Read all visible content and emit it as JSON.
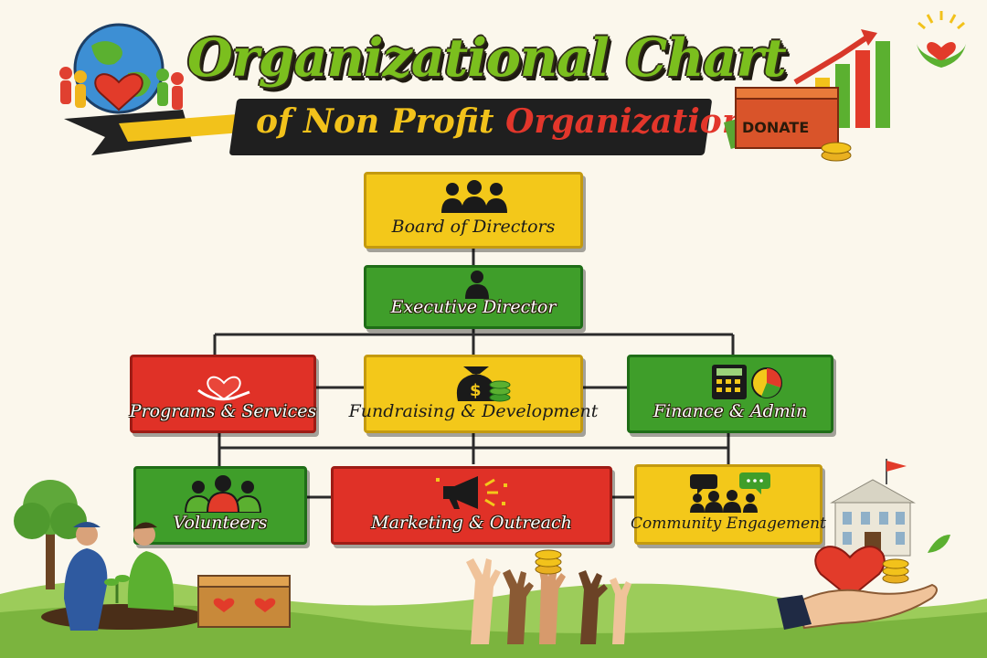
{
  "title": "Organizational Chart",
  "subtitle": {
    "part1": "of Non Profit",
    "part2": "Organization"
  },
  "donate_label": "DONATE",
  "nodes": {
    "board": "Board of Directors",
    "executive": "Executive Director",
    "programs": "Programs & Services",
    "fundraising": "Fundraising & Development",
    "finance": "Finance & Admin",
    "volunteers": "Volunteers",
    "marketing": "Marketing & Outreach",
    "community": "Community Engagement"
  },
  "colors": {
    "yellow": "#f3c81a",
    "green": "#3f9e2a",
    "red": "#e03127",
    "title_green": "#7bbf1e"
  },
  "icons": {
    "board": "group-people-icon",
    "executive": "person-icon",
    "programs": "heart-hand-icon",
    "fundraising": "money-bag-icon",
    "finance": "calculator-chart-icon",
    "volunteers": "team-icon",
    "marketing": "megaphone-icon",
    "community": "chat-people-icon"
  }
}
